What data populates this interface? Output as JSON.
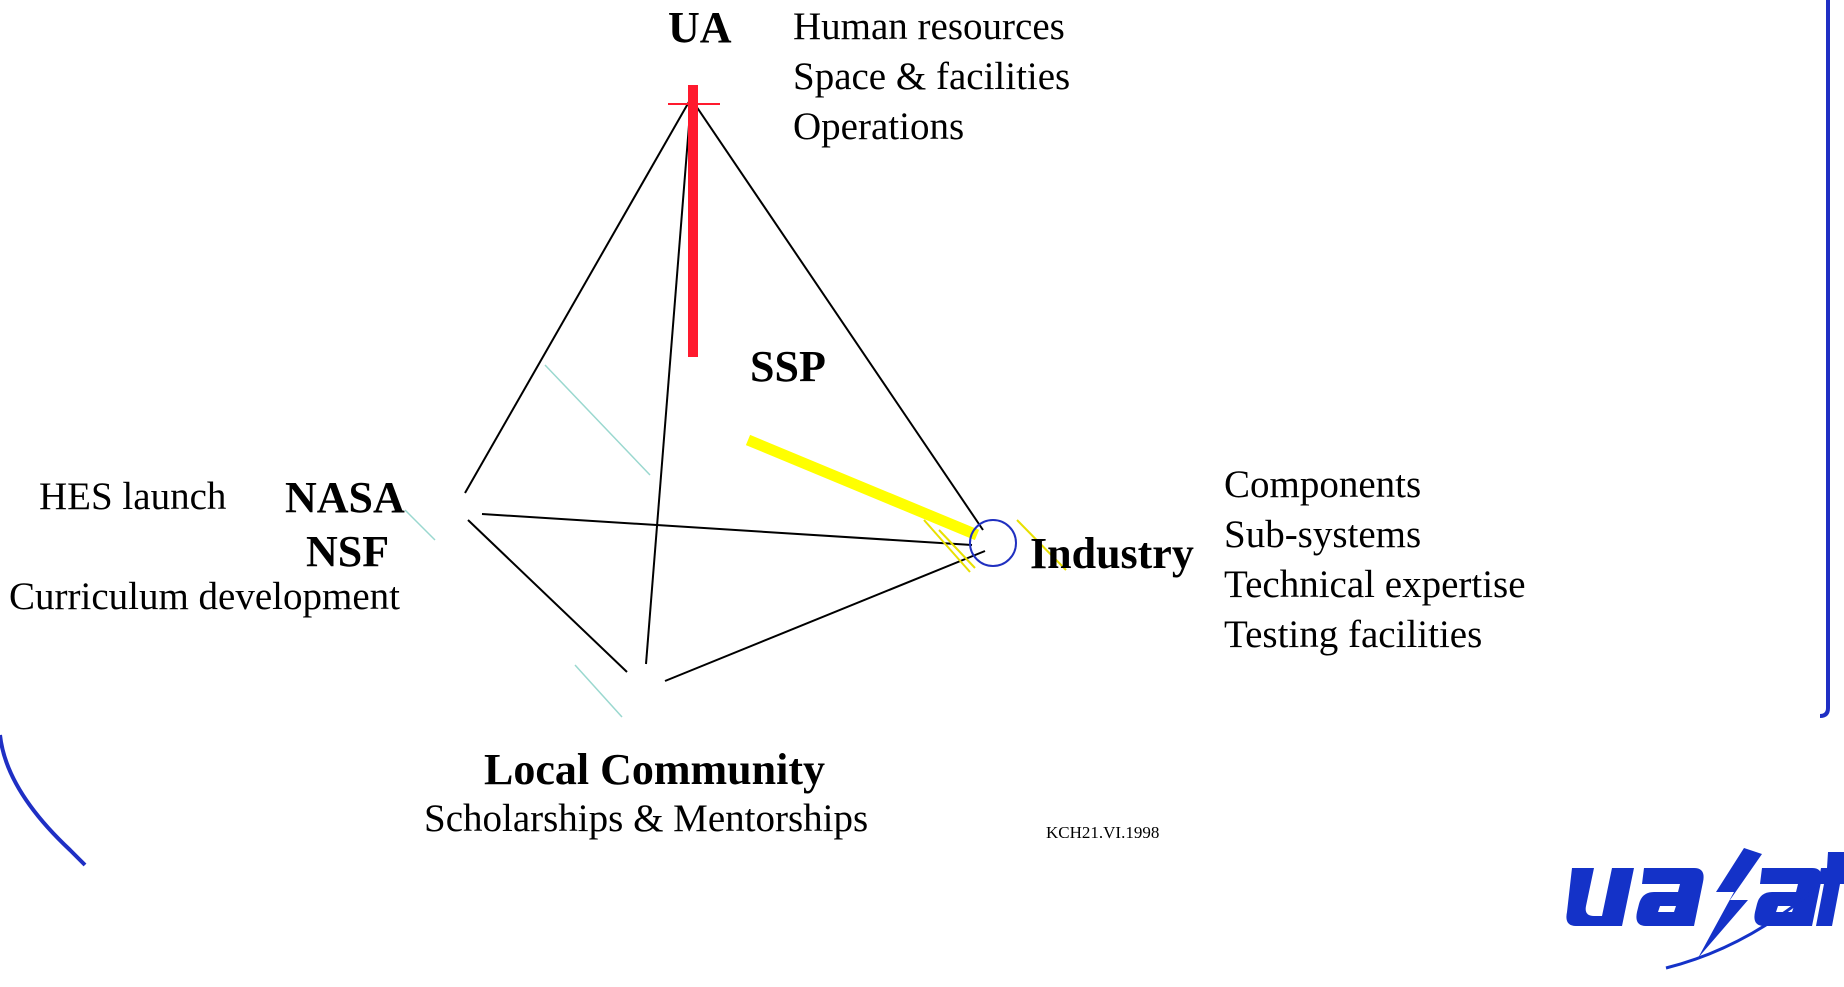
{
  "colors": {
    "red_bar": "#ff1a2e",
    "yellow_bar": "#ffff00",
    "frame_blue": "#1f2fc4",
    "ring_blue": "#2030c0",
    "logo_blue": "#1432c8",
    "line": "#000000"
  },
  "nodes": {
    "ua": {
      "title": "UA",
      "items": [
        "Human resources",
        "Space & facilities",
        "Operations"
      ]
    },
    "ssp": {
      "title": "SSP"
    },
    "nasa": {
      "title": "NASA",
      "subtitle": "NSF",
      "items": [
        "HES launch",
        "Curriculum development"
      ]
    },
    "industry": {
      "title": "Industry",
      "items": [
        "Components",
        "Sub-systems",
        "Technical expertise",
        "Testing facilities"
      ]
    },
    "community": {
      "title": "Local Community",
      "items": [
        "Scholarships & Mentorships"
      ]
    }
  },
  "footer": {
    "code": "KCH21.VI.1998"
  },
  "logo": {
    "text": "uasat",
    "icon": "lightning-bolt-icon"
  }
}
